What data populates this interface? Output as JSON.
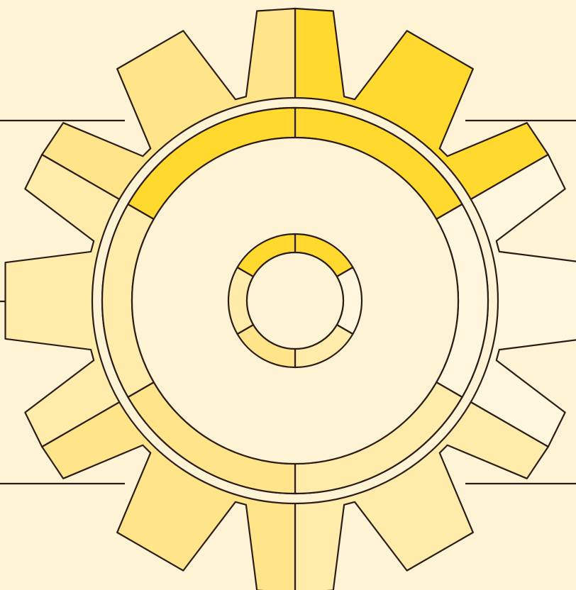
{
  "background_color": "#FFF3D6",
  "outline_color": "#2B1D16",
  "palette": {
    "bright": "#FFD92E",
    "medium": "#FFE489",
    "light": "#FFEBAA",
    "pale": "#FFF6DE",
    "hub_fill": "#FFF3D6"
  },
  "gear": {
    "teeth": 12,
    "segments": [
      {
        "name": "top-right",
        "color": "bright"
      },
      {
        "name": "right",
        "color": "pale"
      },
      {
        "name": "bottom-right",
        "color": "light"
      },
      {
        "name": "bottom-left",
        "color": "medium"
      },
      {
        "name": "left",
        "color": "light"
      },
      {
        "name": "top-left",
        "color": "medium"
      }
    ]
  },
  "inner_ring_segments": [
    {
      "name": "top-right",
      "color": "bright"
    },
    {
      "name": "right",
      "color": "pale"
    },
    {
      "name": "bottom-right",
      "color": "light"
    },
    {
      "name": "bottom-left",
      "color": "medium"
    },
    {
      "name": "left",
      "color": "light"
    },
    {
      "name": "top-left",
      "color": "bright"
    }
  ],
  "callout_lines": [
    "top-left",
    "top-right",
    "middle-left",
    "middle-right",
    "bottom-left",
    "bottom-right"
  ]
}
